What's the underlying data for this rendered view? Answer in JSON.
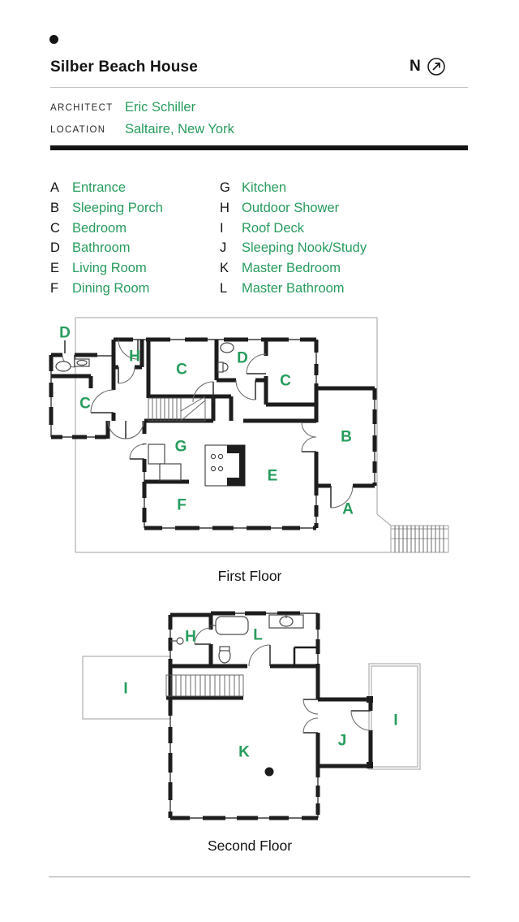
{
  "header": {
    "title": "Silber Beach House",
    "compass": "N",
    "architect_label": "ARCHITECT",
    "architect_name": "Eric Schiller",
    "location_label": "LOCATION",
    "location_name": "Saltaire, New York"
  },
  "legend": {
    "left": [
      {
        "letter": "A",
        "name": "Entrance"
      },
      {
        "letter": "B",
        "name": "Sleeping Porch"
      },
      {
        "letter": "C",
        "name": "Bedroom"
      },
      {
        "letter": "D",
        "name": "Bathroom"
      },
      {
        "letter": "E",
        "name": "Living Room"
      },
      {
        "letter": "F",
        "name": "Dining Room"
      }
    ],
    "right": [
      {
        "letter": "G",
        "name": "Kitchen"
      },
      {
        "letter": "H",
        "name": "Outdoor Shower"
      },
      {
        "letter": "I",
        "name": "Roof Deck"
      },
      {
        "letter": "J",
        "name": "Sleeping Nook/Study"
      },
      {
        "letter": "K",
        "name": "Master Bedroom"
      },
      {
        "letter": "L",
        "name": "Master Bathroom"
      }
    ]
  },
  "floors": {
    "first": {
      "caption": "First Floor",
      "labels": [
        "D",
        "H",
        "C",
        "D",
        "C",
        "C",
        "B",
        "G",
        "E",
        "F",
        "A"
      ]
    },
    "second": {
      "caption": "Second Floor",
      "labels": [
        "H",
        "L",
        "I",
        "I",
        "K",
        "J"
      ]
    }
  },
  "colors": {
    "green": "#279c5d",
    "wall": "#1d1d1d",
    "boundary": "#b5b5b5"
  }
}
